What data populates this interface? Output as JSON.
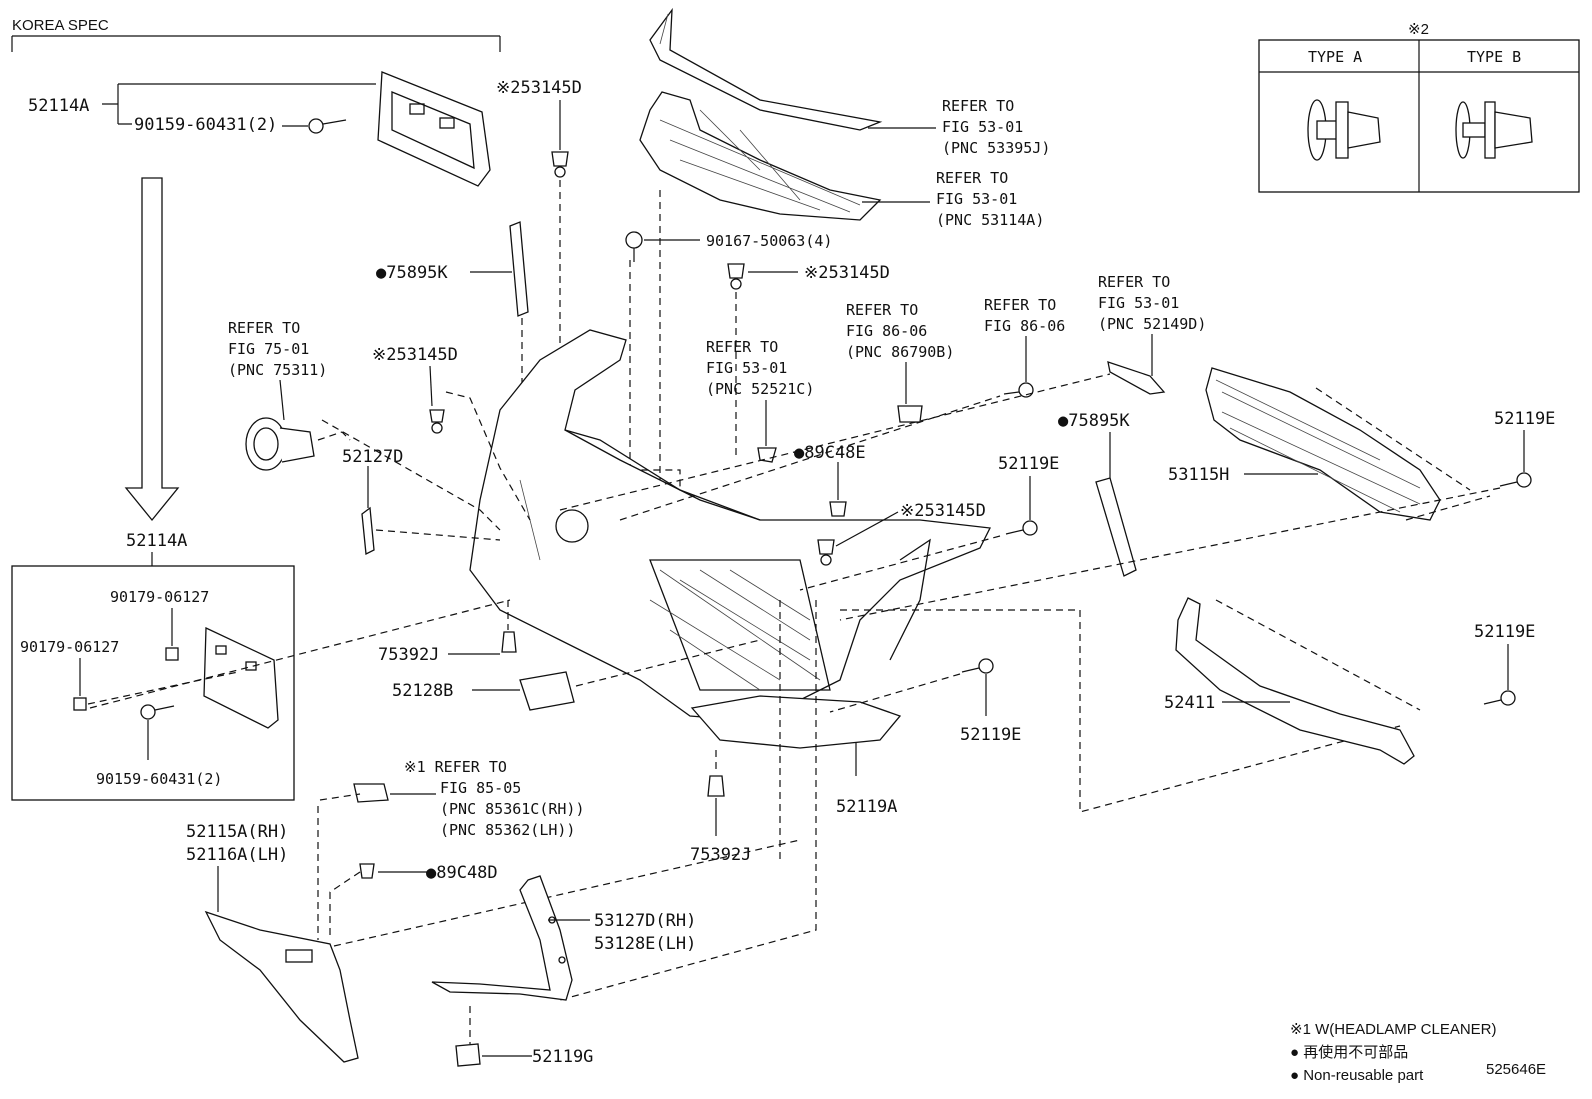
{
  "header": {
    "korea_spec": "KOREA SPEC",
    "note2_mark": "※2"
  },
  "type_table": {
    "type_a": "TYPE A",
    "type_b": "TYPE B"
  },
  "labels": {
    "l_52114a_top": "52114A",
    "l_90159_top": "90159-60431(2)",
    "l_52114a_box": "52114A",
    "l_90179_a": "90179-06127",
    "l_90179_b": "90179-06127",
    "l_90159_box": "90159-60431(2)",
    "l_53145d_1": "※253145D",
    "l_75895k_1": "●75895K",
    "l_refer_75_1": "REFER TO",
    "l_refer_75_2": "FIG 75-01",
    "l_refer_75_3": "(PNC 75311)",
    "l_53145d_2": "※253145D",
    "l_52127d": "52127D",
    "l_refer_53395_1": "REFER TO",
    "l_refer_53395_2": "FIG 53-01",
    "l_refer_53395_3": "(PNC 53395J)",
    "l_refer_53114_1": "REFER TO",
    "l_refer_53114_2": "FIG 53-01",
    "l_refer_53114_3": "(PNC 53114A)",
    "l_90167": "90167-50063(4)",
    "l_53145d_3": "※253145D",
    "l_refer_52521_1": "REFER TO",
    "l_refer_52521_2": "FIG 53-01",
    "l_refer_52521_3": "(PNC 52521C)",
    "l_refer_86790_1": "REFER TO",
    "l_refer_86790_2": "FIG 86-06",
    "l_refer_86790_3": "(PNC 86790B)",
    "l_refer_8606_1": "REFER TO",
    "l_refer_8606_2": "FIG 86-06",
    "l_refer_52149_1": "REFER TO",
    "l_refer_52149_2": "FIG 53-01",
    "l_refer_52149_3": "(PNC 52149D)",
    "l_89c48e": "●89C48E",
    "l_75895k_2": "●75895K",
    "l_52119e_1": "52119E",
    "l_53115h": "53115H",
    "l_52119e_2": "52119E",
    "l_53145d_4": "※253145D",
    "l_75392j_1": "75392J",
    "l_52128b": "52128B",
    "l_52119e_3": "52119E",
    "l_52119e_4": "52119E",
    "l_52411": "52411",
    "l_52119a": "52119A",
    "l_refer_85_1": "※1 REFER TO",
    "l_refer_85_2": "FIG 85-05",
    "l_refer_85_3": "(PNC 85361C(RH))",
    "l_refer_85_4": "(PNC 85362(LH))",
    "l_52115a": "52115A(RH)",
    "l_52116a": "52116A(LH)",
    "l_89c48d": "●89C48D",
    "l_75392j_2": "75392J",
    "l_53127d": "53127D(RH)",
    "l_53128e": "53128E(LH)",
    "l_52119g": "52119G"
  },
  "legend": {
    "note1": "※1 W(HEADLAMP CLEANER)",
    "note_jp": "● 再使用不可部品",
    "note_en": "● Non-reusable part",
    "code": "525646E"
  }
}
